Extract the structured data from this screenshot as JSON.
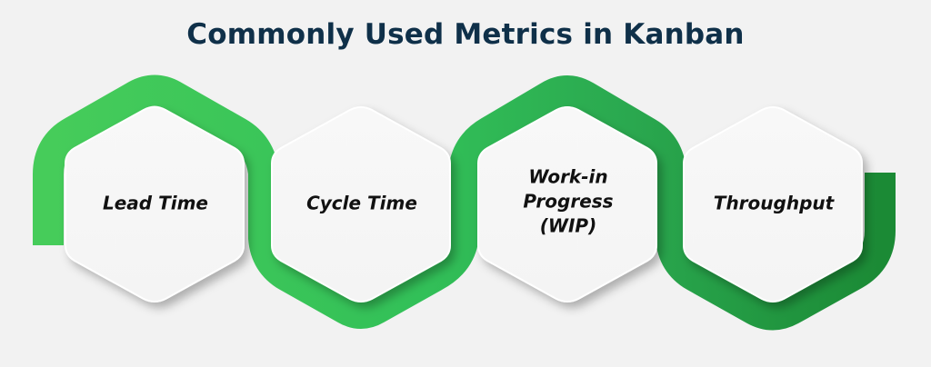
{
  "title": "Commonly Used Metrics in Kanban",
  "colors": {
    "background": "#f2f2f2",
    "title": "#0f3049",
    "band_start": "#46cc5a",
    "band_mid": "#32c058",
    "band_end": "#1b8a35",
    "hex_fill": "#f6f6f6",
    "label": "#111111"
  },
  "metrics": [
    {
      "label": "Lead Time"
    },
    {
      "label": "Cycle Time"
    },
    {
      "label": "Work-in Progress (WIP)"
    },
    {
      "label": "Throughput"
    }
  ]
}
